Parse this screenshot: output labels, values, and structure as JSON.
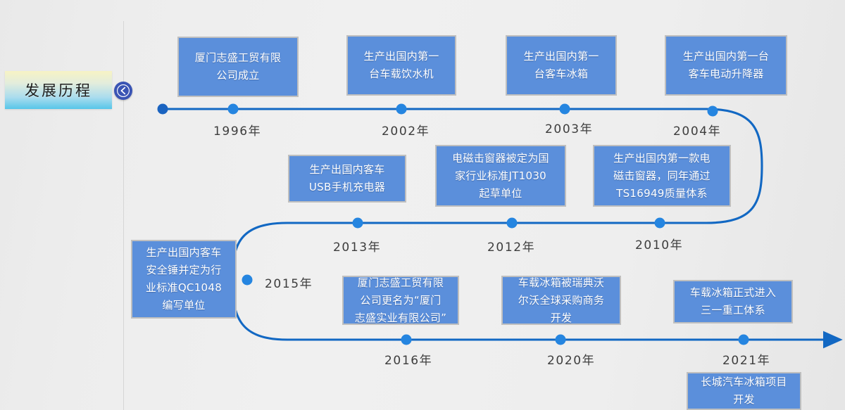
{
  "section": {
    "label": "发展历程",
    "back_icon": "back-arrow-icon"
  },
  "colors": {
    "card_fill": "#5b8fdb",
    "card_border": "#bfbfbf",
    "line": "#1268c3",
    "dot": "#2585e0",
    "dot_start": "#1a63c0",
    "chip_gradient_top": "#f7f3c4",
    "chip_gradient_bottom": "#57c6e9",
    "background": "#eeeeee"
  },
  "timeline": {
    "direction_icon": "arrow-right-icon",
    "rows": [
      {
        "id": "row-1",
        "events": [
          {
            "year": "1996年",
            "text": [
              "厦门志盛工贸有限",
              "公司成立"
            ]
          },
          {
            "year": "2002年",
            "text": [
              "生产出国内第一",
              "台车载饮水机"
            ]
          },
          {
            "year": "2003年",
            "text": [
              "生产出国内第一",
              "台客车冰箱"
            ]
          },
          {
            "year": "2004年",
            "text": [
              "生产出国内第一台",
              "客车电动升降器"
            ]
          }
        ]
      },
      {
        "id": "row-2",
        "events": [
          {
            "year": "2013年",
            "text": [
              "生产出国内客车",
              "USB手机充电器"
            ]
          },
          {
            "year": "2012年",
            "text": [
              "电磁击窗器被定为国",
              "家行业标准JT1030",
              "起草单位"
            ]
          },
          {
            "year": "2010年",
            "text": [
              "生产出国内第一款电",
              "磁击窗器，同年通过",
              "TS16949质量体系"
            ]
          }
        ]
      },
      {
        "id": "row-3",
        "events": [
          {
            "year": "2015年",
            "text": [
              "生产出国内客车",
              "安全锤并定为行",
              "业标准QC1048",
              "编写单位"
            ]
          },
          {
            "year": "2016年",
            "text": [
              "厦门志盛工贸有限",
              "公司更名为“厦门",
              "志盛实业有限公司”"
            ]
          },
          {
            "year": "2020年",
            "text": [
              "车载冰箱被瑞典沃",
              "尔沃全球采购商务",
              "开发"
            ]
          },
          {
            "year": "2021年",
            "text": [
              "车载冰箱正式进入",
              "三一重工体系"
            ]
          },
          {
            "year": "",
            "text": [
              "长城汽车冰箱项目",
              "开发"
            ]
          }
        ]
      }
    ]
  }
}
